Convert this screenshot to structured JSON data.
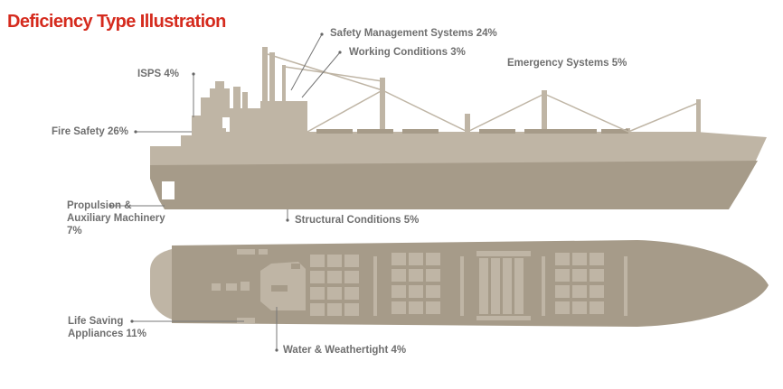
{
  "title": "Deficiency Type Illustration",
  "colors": {
    "title": "#d52b1e",
    "hull_light": "#bfb5a5",
    "hull_dark": "#a69b89",
    "label_text": "#6f6f6f"
  },
  "labels": {
    "safety_management": "Safety Management Systems 24%",
    "working_conditions": "Working Conditions 3%",
    "emergency_systems": "Emergency Systems 5%",
    "isps": "ISPS 4%",
    "fire_safety": "Fire Safety 26%",
    "propulsion": [
      "Propulsion &",
      "Auxiliary Machinery",
      "7%"
    ],
    "structural": "Structural Conditions 5%",
    "life_saving": [
      "Life Saving",
      "Appliances 11%"
    ],
    "water_weathertight": "Water & Weathertight 4%"
  }
}
